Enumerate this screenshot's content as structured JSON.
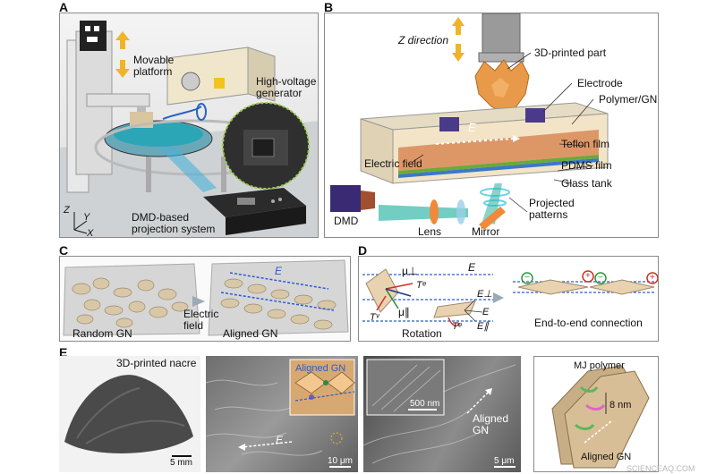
{
  "panels": {
    "A": "A",
    "B": "B",
    "C": "C",
    "D": "D",
    "E": "E"
  },
  "panel_a": {
    "movable_platform": "Movable\nplatform",
    "hv_generator": "High-voltage\ngenerator",
    "dmd_system": "DMD-based\nprojection system",
    "axis_z": "Z",
    "axis_y": "Y",
    "axis_x": "X"
  },
  "panel_b": {
    "z_direction": "Z direction",
    "printed_part": "3D-printed part",
    "electrode": "Electrode",
    "polymer_gn": "Polymer/GN",
    "e_field_symbol": "E",
    "electric_field": "Electric  field",
    "teflon_film": "Teflon film",
    "pdms_film": "PDMS film",
    "glass_tank": "Glass tank",
    "projected_patterns": "Projected\npatterns",
    "dmd": "DMD",
    "lens": "Lens",
    "mirror": "Mirror"
  },
  "panel_c": {
    "random_gn": "Random GN",
    "electric_field": "Electric\nfield",
    "aligned_gn": "Aligned GN",
    "e_symbol": "E"
  },
  "panel_d": {
    "e_symbol": "E",
    "mu_perp": "μ⊥",
    "mu_par": "μ∥",
    "t_e": "Tᵉ",
    "t_v": "Tᵛ",
    "e_perp": "E⊥",
    "e_par": "E∥",
    "rotation": "Rotation",
    "end_to_end": "End-to-end connection",
    "minus": "−",
    "plus": "+"
  },
  "panel_e": {
    "nacre": "3D-printed nacre",
    "scale_5mm": "5 mm",
    "aligned_gn_inset": "Aligned GN",
    "e_symbol": "E",
    "scale_10um": "10 μm",
    "scale_500nm": "500 nm",
    "aligned_gn": "Aligned\nGN",
    "scale_5um": "5 μm",
    "mj_polymer": "MJ polymer",
    "eight_nm": "8 nm",
    "aligned_gn_model": "Aligned GN"
  },
  "watermark": "SCIENCEAQ.COM"
}
